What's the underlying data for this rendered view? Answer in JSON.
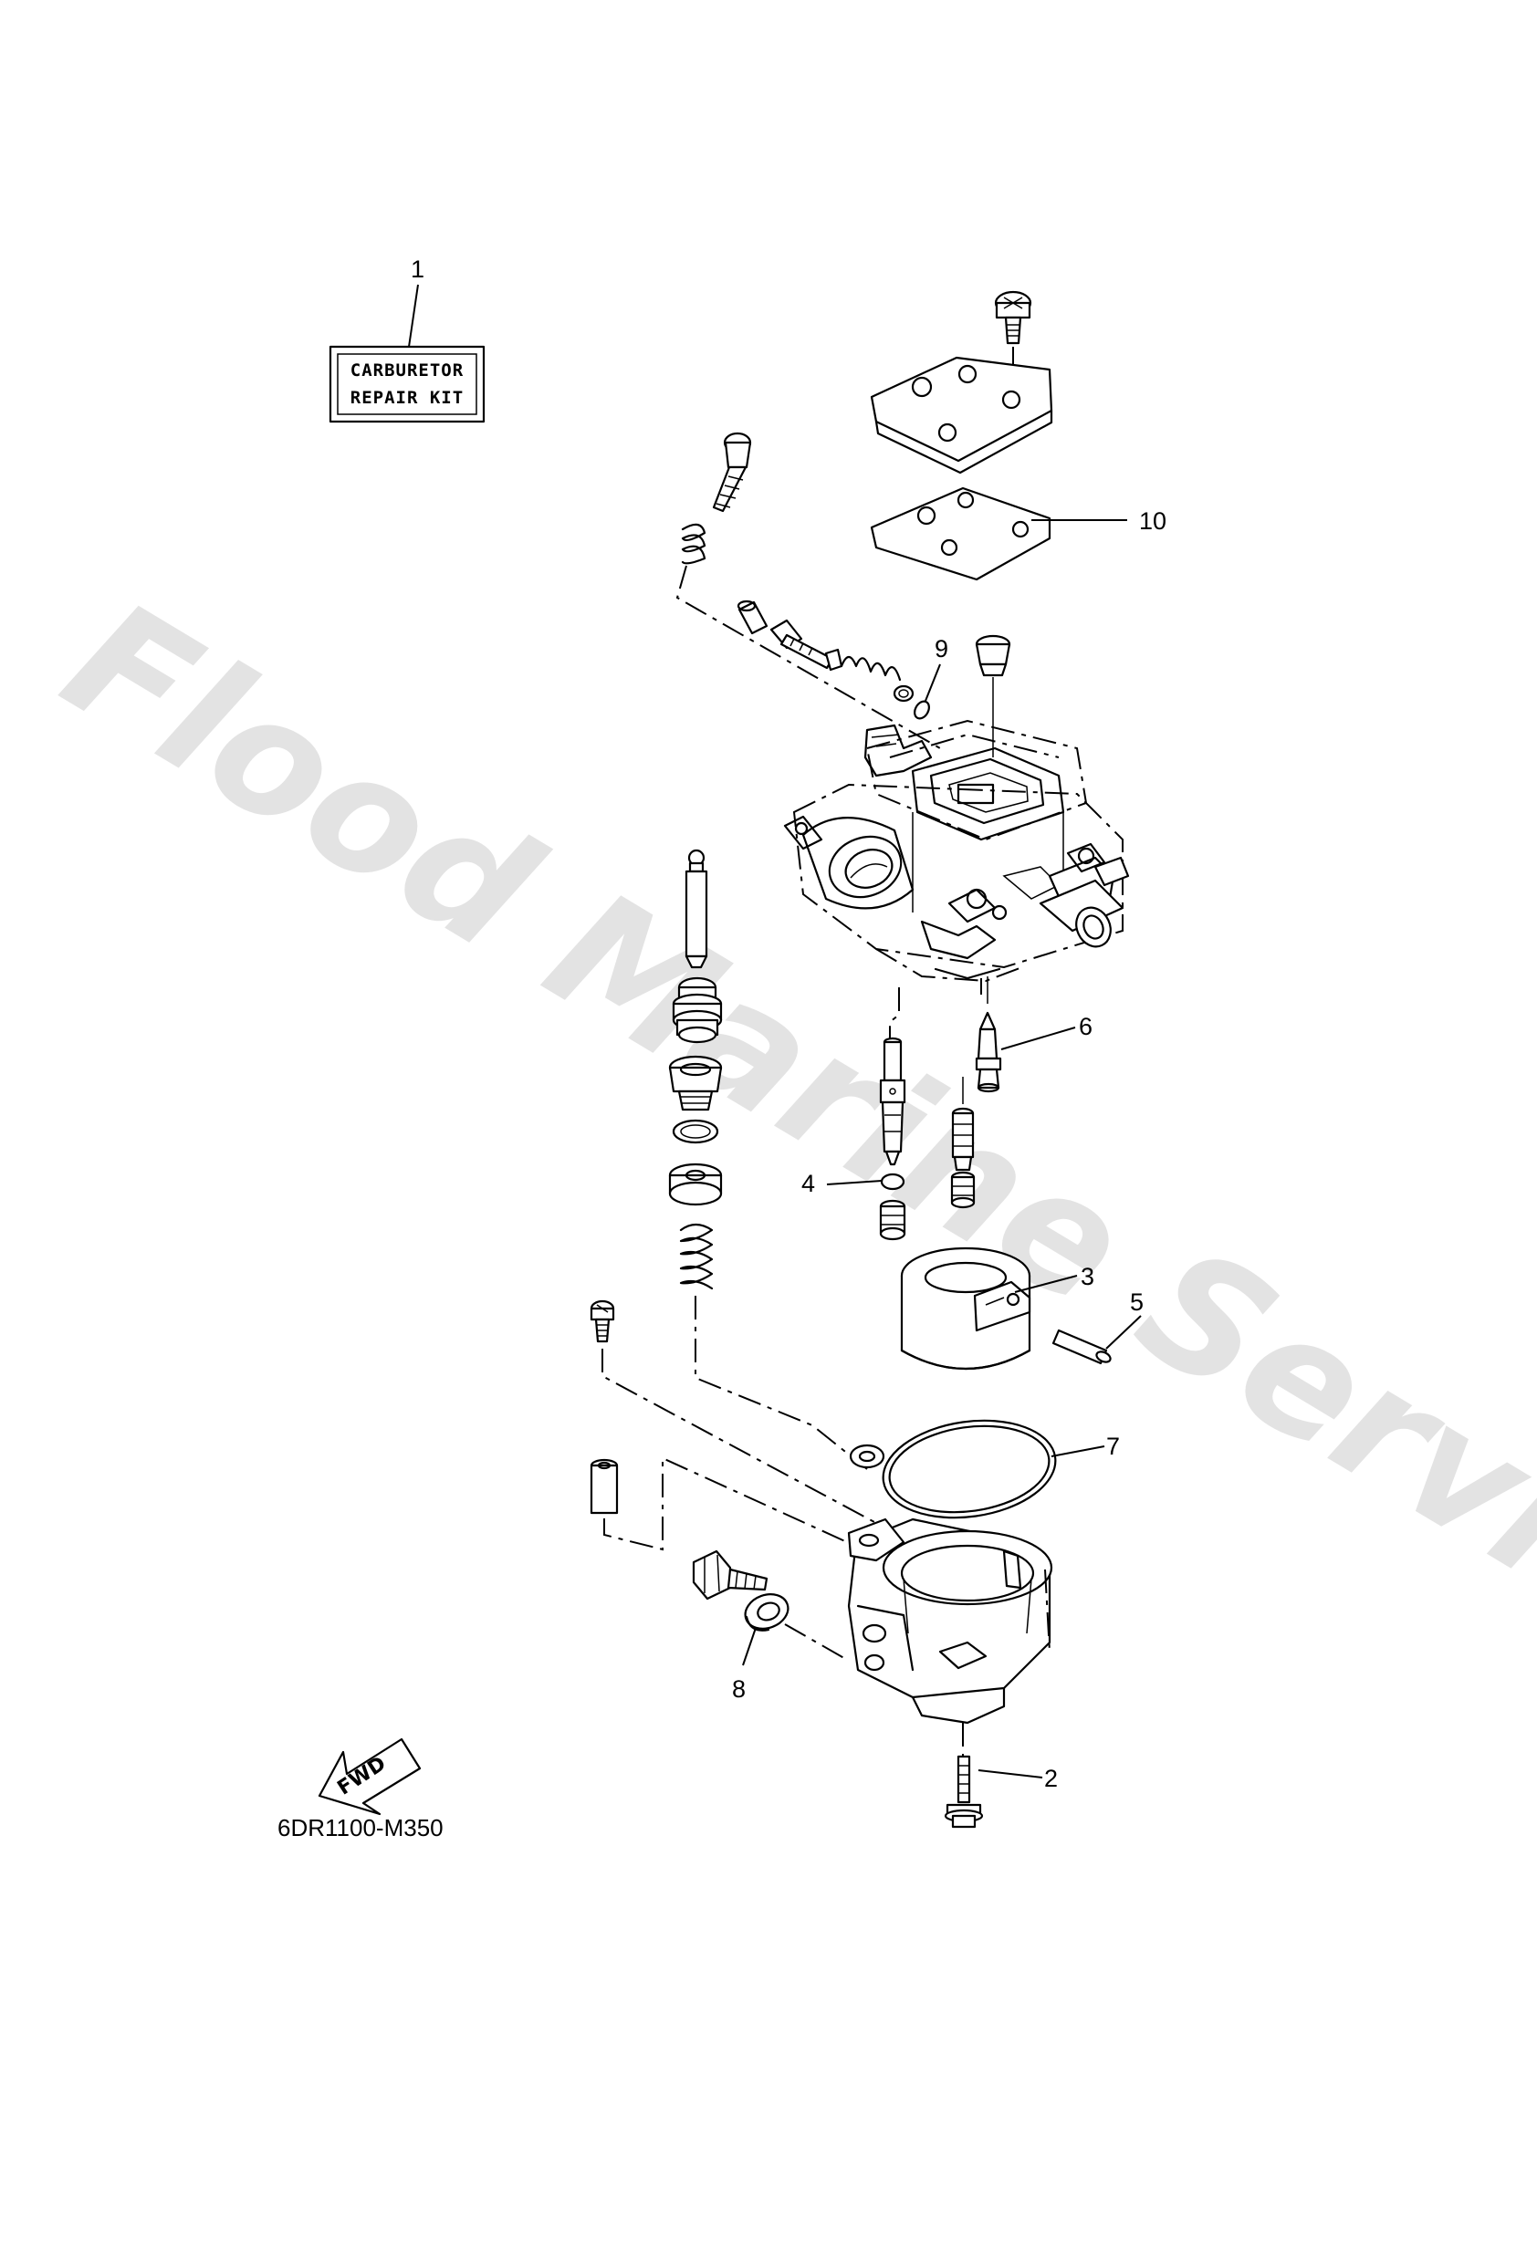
{
  "watermark": "Flood Marine Services",
  "kit_label": {
    "line1": "CARBURETOR",
    "line2": "REPAIR KIT"
  },
  "direction_label": "FWD",
  "diagram_code": "6DR1100-M350",
  "callouts": [
    "1",
    "2",
    "3",
    "4",
    "5",
    "6",
    "7",
    "8",
    "9",
    "10"
  ],
  "icons": {
    "direction": "fwd-arrow-icon"
  }
}
